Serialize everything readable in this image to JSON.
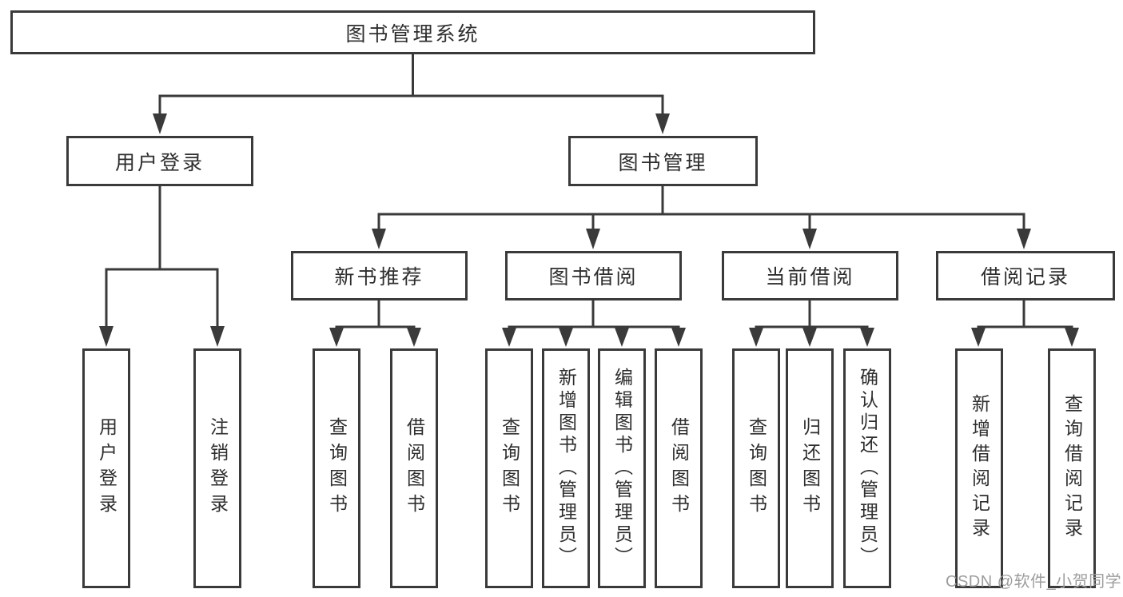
{
  "diagram": {
    "title": "图书管理系统",
    "level2": {
      "user_login": "用户登录",
      "book_mgmt": "图书管理"
    },
    "level3": {
      "new_books": "新书推荐",
      "borrowing": "图书借阅",
      "current": "当前借阅",
      "records": "借阅记录"
    },
    "leaves": {
      "user_login": "用户登录",
      "logout": "注销登录",
      "nb_query": "查询图书",
      "nb_borrow": "借阅图书",
      "bw_query": "查询图书",
      "bw_add": "新增图书（管理员）",
      "bw_edit": "编辑图书（管理员）",
      "bw_borrow": "借阅图书",
      "cur_query": "查询图书",
      "cur_return": "归还图书",
      "cur_confirm": "确认归还（管理员）",
      "rec_add": "新增借阅记录",
      "rec_query": "查询借阅记录"
    }
  },
  "watermark": "CSDN @软件_小贺同学",
  "colors": {
    "line": "#3a3a3a",
    "text": "#2e2e2e",
    "watermark": "#9d9d9d",
    "background": "#ffffff"
  }
}
